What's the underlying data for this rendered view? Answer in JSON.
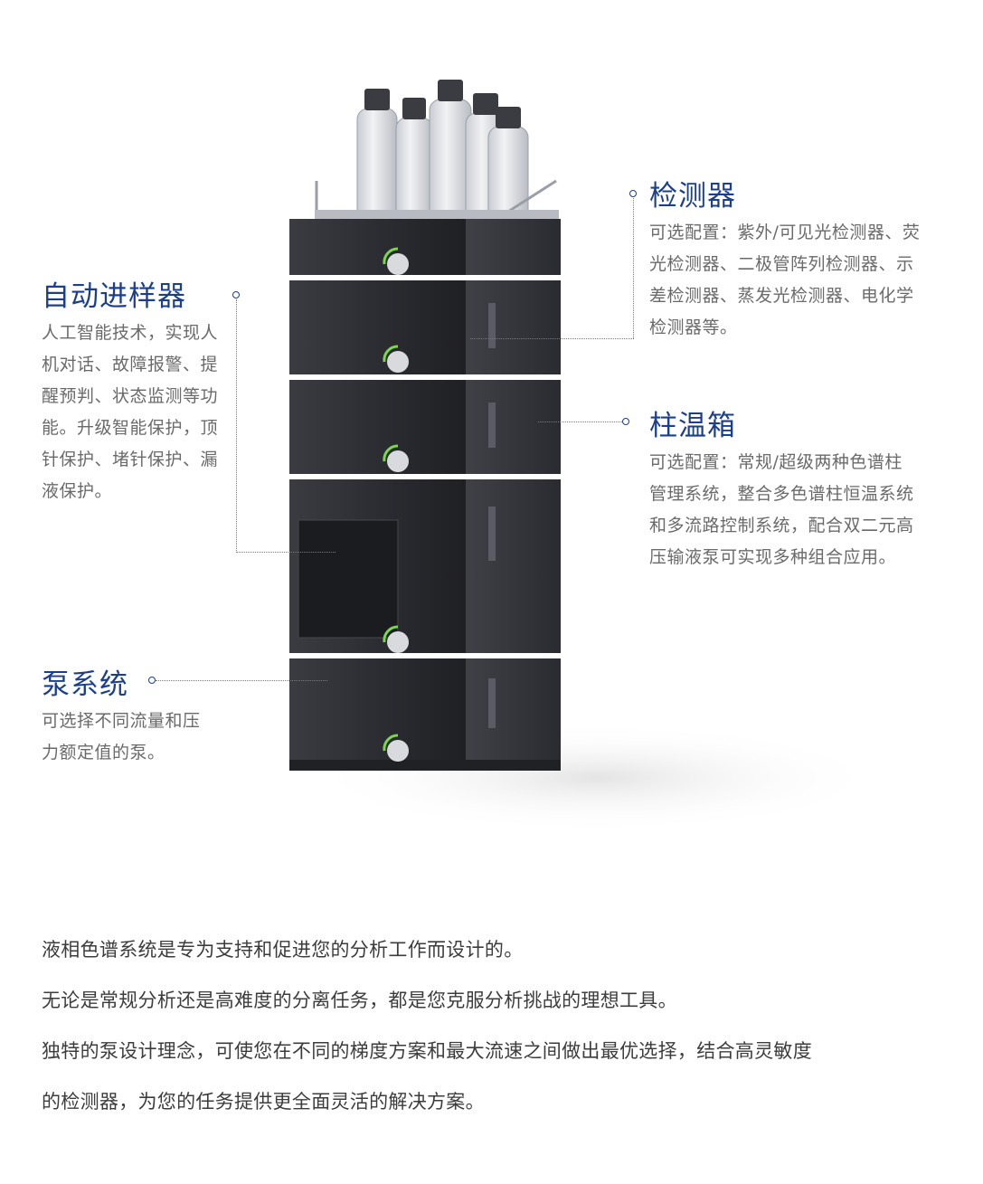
{
  "callouts": {
    "autosampler": {
      "title": "自动进样器",
      "lines": [
        "人工智能技术，实现人",
        "机对话、故障报警、提",
        "醒预判、状态监测等功",
        "能。升级智能保护，顶",
        "针保护、堵针保护、漏",
        "液保护。"
      ]
    },
    "pump": {
      "title": "泵系统",
      "lines": [
        "可选择不同流量和压",
        "力额定值的泵。"
      ]
    },
    "detector": {
      "title": "检测器",
      "lines": [
        "可选配置：紫外/可见光检测器、荧",
        "光检测器、二极管阵列检测器、示",
        "差检测器、蒸发光检测器、电化学",
        "检测器等。"
      ]
    },
    "column_oven": {
      "title": "柱温箱",
      "lines": [
        "可选配置：常规/超级两种色谱柱",
        "管理系统，整合多色谱柱恒温系统",
        "和多流路控制系统，配合双二元高",
        "压输液泵可实现多种组合应用。"
      ]
    }
  },
  "description": {
    "lines": [
      "液相色谱系统是专为支持和促进您的分析工作而设计的。",
      "无论是常规分析还是高难度的分离任务，都是您克服分析挑战的理想工具。",
      "独特的泵设计理念，可使您在不同的梯度方案和最大流速之间做出最优选择，结合高灵敏度",
      "的检测器，为您的任务提供更全面灵活的解决方案。"
    ]
  },
  "colors": {
    "title_blue": "#1c3f8c",
    "module_dark": "#2c2e33",
    "indicator_green": "#7bd64a"
  }
}
